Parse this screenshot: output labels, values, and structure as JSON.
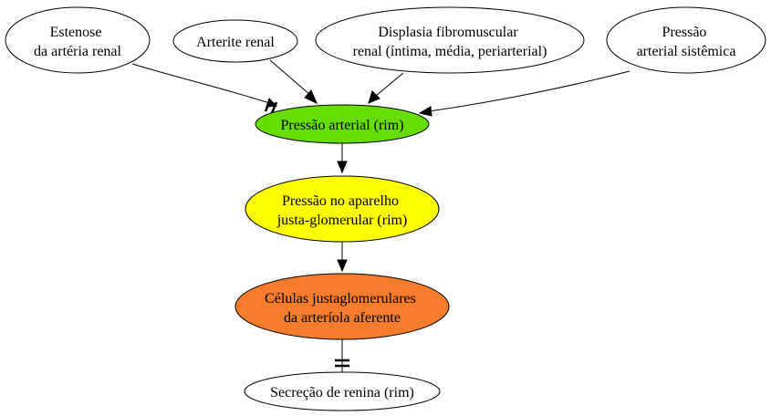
{
  "nodes": {
    "estenose": {
      "lines": [
        "Estenose",
        "da artéria renal"
      ],
      "fill": "#ffffff"
    },
    "arterite": {
      "lines": [
        "Arterite renal"
      ],
      "fill": "#ffffff"
    },
    "displasia": {
      "lines": [
        "Displasia fibromuscular",
        "renal (íntima, média, periarterial)"
      ],
      "fill": "#ffffff"
    },
    "pressao_sis": {
      "lines": [
        "Pressão",
        "arterial sistêmica"
      ],
      "fill": "#ffffff"
    },
    "pressao_rim": {
      "lines": [
        "Pressão arterial (rim)"
      ],
      "fill": "#66dd00"
    },
    "aparelho": {
      "lines": [
        "Pressão no aparelho",
        "justa-glomerular (rim)"
      ],
      "fill": "#ffff00"
    },
    "celulas": {
      "lines": [
        "Células justaglomerulares",
        "da arteríola aferente"
      ],
      "fill": "#f47c2a"
    },
    "renina": {
      "lines": [
        "Secreção de renina (rim)"
      ],
      "fill": "#ffffff"
    }
  },
  "edges": [
    {
      "from": "estenose",
      "to": "pressao_rim",
      "marker": "double-slash"
    },
    {
      "from": "arterite",
      "to": "pressao_rim",
      "marker": "none"
    },
    {
      "from": "displasia",
      "to": "pressao_rim",
      "marker": "none"
    },
    {
      "from": "pressao_sis",
      "to": "pressao_rim",
      "marker": "none"
    },
    {
      "from": "pressao_rim",
      "to": "aparelho",
      "marker": "none"
    },
    {
      "from": "aparelho",
      "to": "celulas",
      "marker": "none"
    },
    {
      "from": "celulas",
      "to": "renina",
      "marker": "equals"
    }
  ]
}
